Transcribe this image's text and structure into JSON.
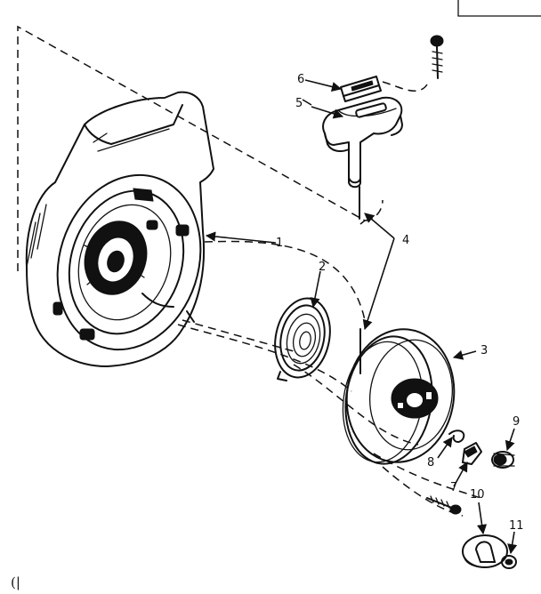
{
  "callouts": {
    "c1": "1",
    "c2": "2",
    "c3": "3",
    "c4": "4",
    "c5": "5",
    "c6": "6",
    "c7": "7",
    "c8": "8",
    "c9": "9",
    "c10": "10",
    "c11": "11"
  },
  "corner_mark": "(|"
}
